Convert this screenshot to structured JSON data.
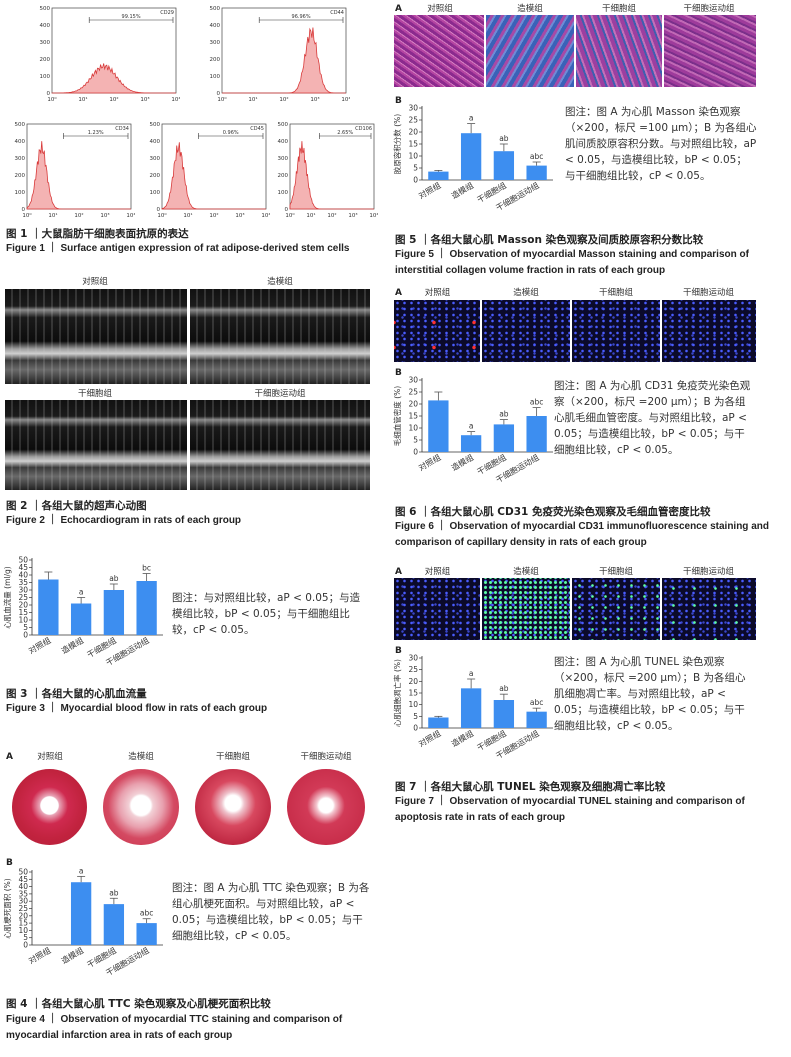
{
  "groups": [
    "对照组",
    "造模组",
    "干细胞组",
    "干细胞运动组"
  ],
  "fig1": {
    "caption_zh": "图 1 ｜大鼠脂肪干细胞表面抗原的表达",
    "caption_en": "Figure 1 ｜ Surface antigen expression of rat adipose-derived stem cells",
    "panels": [
      {
        "marker": "CD29",
        "pct": "99.15%",
        "yticks": [
          "0",
          "100",
          "200",
          "300",
          "400",
          "500"
        ]
      },
      {
        "marker": "CD44",
        "pct": "96.96%",
        "yticks": [
          "0",
          "100",
          "200",
          "300",
          "400",
          "500"
        ]
      },
      {
        "marker": "CD34",
        "pct": "1.23%",
        "yticks": [
          "0",
          "100",
          "200",
          "300",
          "400",
          "500"
        ]
      },
      {
        "marker": "CD45",
        "pct": "0.96%",
        "yticks": [
          "0",
          "100",
          "200",
          "300",
          "400",
          "500"
        ]
      },
      {
        "marker": "CD106",
        "pct": "2.65%",
        "yticks": [
          "0",
          "100",
          "200",
          "300",
          "400",
          "500"
        ]
      }
    ],
    "xticks": [
      "10⁰",
      "10¹",
      "10²",
      "10³",
      "10⁴"
    ]
  },
  "fig2": {
    "caption_zh": "图 2 ｜各组大鼠的超声心动图",
    "caption_en": "Figure 2 ｜ Echocardiogram in rats of each group"
  },
  "fig3": {
    "caption_zh": "图 3 ｜各组大鼠的心肌血流量",
    "caption_en": "Figure 3 ｜ Myocardial blood flow in rats of each group",
    "note": "图注：与对照组比较，aP < 0.05；与造模组比较，bP < 0.05；与干细胞组比较，cP < 0.05。"
  },
  "fig4": {
    "panel_a": "A",
    "panel_b": "B",
    "caption_zh": "图 4 ｜各组大鼠心肌 TTC 染色观察及心肌梗死面积比较",
    "caption_en": "Figure 4 ｜ Observation of myocardial TTC staining and comparison of myocardial infarction area in rats of each group",
    "note": "图注：图 A 为心肌 TTC 染色观察；B 为各组心肌梗死面积。与对照组比较，aP < 0.05；与造模组比较，bP < 0.05；与干细胞组比较，cP < 0.05。"
  },
  "fig5": {
    "panel_a": "A",
    "panel_b": "B",
    "caption_zh": "图 5 ｜各组大鼠心肌 Masson 染色观察及间质胶原容积分数比较",
    "caption_en": "Figure 5 ｜ Observation of myocardial Masson staining and comparison of interstitial collagen volume fraction in rats of each group",
    "note": "图注：图 A 为心肌 Masson 染色观察（×200，标尺 =100 μm）；B 为各组心肌间质胶原容积分数。与对照组比较，aP < 0.05，与造模组比较，bP < 0.05；与干细胞组比较，cP < 0.05。"
  },
  "fig6": {
    "panel_a": "A",
    "panel_b": "B",
    "caption_zh": "图 6 ｜各组大鼠心肌 CD31 免疫荧光染色观察及毛细血管密度比较",
    "caption_en": "Figure 6 ｜ Observation of myocardial CD31 immunofluorescence staining and comparison of capillary density in rats of each group",
    "note": "图注：图 A 为心肌 CD31 免疫荧光染色观察（×200，标尺 =200 μm）；B 为各组心肌毛细血管密度。与对照组比较，aP < 0.05；与造模组比较，bP < 0.05；与干细胞组比较，cP < 0.05。"
  },
  "fig7": {
    "panel_a": "A",
    "panel_b": "B",
    "caption_zh": "图 7 ｜各组大鼠心肌 TUNEL 染色观察及细胞凋亡率比较",
    "caption_en": "Figure 7 ｜ Observation of myocardial TUNEL staining and comparison of apoptosis rate in rats of each group",
    "note": "图注：图 A 为心肌 TUNEL 染色观察（×200，标尺 =200 μm）；B 为各组心肌细胞凋亡率。与对照组比较，aP < 0.05；与造模组比较，bP < 0.05；与干细胞组比较，cP < 0.05。"
  },
  "colors": {
    "bar": "#3d8ef0",
    "hist": "#d83a3a",
    "histfill": "#f4b3b3"
  },
  "chart_data": [
    {
      "id": "fig3",
      "type": "bar",
      "ylabel": "心肌血流量 (ml/g)",
      "ylim": [
        0,
        50
      ],
      "yticks": [
        0,
        5,
        10,
        15,
        20,
        25,
        30,
        35,
        40,
        45,
        50
      ],
      "categories": [
        "对照组",
        "造模组",
        "干细胞组",
        "干细胞运动组"
      ],
      "values": [
        37,
        21,
        30,
        36
      ],
      "errors": [
        5,
        4,
        4,
        5
      ],
      "sig": [
        "",
        "a",
        "ab",
        "bc"
      ]
    },
    {
      "id": "fig4",
      "type": "bar",
      "ylabel": "心肌梗死面积 (%)",
      "ylim": [
        0,
        50
      ],
      "yticks": [
        0,
        5,
        10,
        15,
        20,
        25,
        30,
        35,
        40,
        45,
        50
      ],
      "categories": [
        "对照组",
        "造模组",
        "干细胞组",
        "干细胞运动组"
      ],
      "values": [
        0,
        43,
        28,
        15
      ],
      "errors": [
        0,
        4,
        4,
        3
      ],
      "sig": [
        "",
        "a",
        "ab",
        "abc"
      ]
    },
    {
      "id": "fig5",
      "type": "bar",
      "ylabel": "胶原容积分数 (%)",
      "ylim": [
        0,
        30
      ],
      "yticks": [
        0,
        5,
        10,
        15,
        20,
        25,
        30
      ],
      "categories": [
        "对照组",
        "造模组",
        "干细胞组",
        "干细胞运动组"
      ],
      "values": [
        3.5,
        19.5,
        12,
        6
      ],
      "errors": [
        0.5,
        4,
        3,
        1.5
      ],
      "sig": [
        "",
        "a",
        "ab",
        "abc"
      ]
    },
    {
      "id": "fig6",
      "type": "bar",
      "ylabel": "毛细血管密度 (%)",
      "ylim": [
        0,
        30
      ],
      "yticks": [
        0,
        5,
        10,
        15,
        20,
        25,
        30
      ],
      "categories": [
        "对照组",
        "造模组",
        "干细胞组",
        "干细胞运动组"
      ],
      "values": [
        21.5,
        7,
        11.5,
        15
      ],
      "errors": [
        3.5,
        1.5,
        2,
        3.5
      ],
      "sig": [
        "",
        "a",
        "ab",
        "abc"
      ]
    },
    {
      "id": "fig7",
      "type": "bar",
      "ylabel": "心肌细胞凋亡率 (%)",
      "ylim": [
        0,
        30
      ],
      "yticks": [
        0,
        5,
        10,
        15,
        20,
        25,
        30
      ],
      "categories": [
        "对照组",
        "造模组",
        "干细胞组",
        "干细胞运动组"
      ],
      "values": [
        4.5,
        17,
        12,
        7
      ],
      "errors": [
        0.5,
        4,
        2.5,
        1.5
      ],
      "sig": [
        "",
        "a",
        "ab",
        "abc"
      ]
    }
  ]
}
